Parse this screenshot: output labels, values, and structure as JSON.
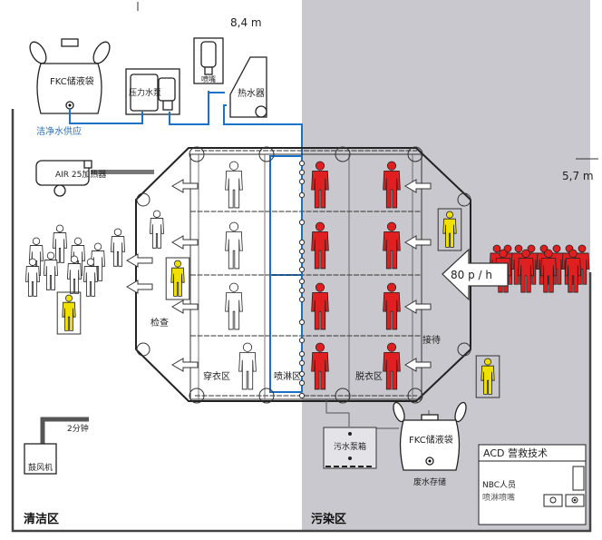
{
  "dimensions": {
    "width": "8,4 m",
    "depth": "5,7 m"
  },
  "zones": {
    "clean": "清洁区",
    "contaminated": "污染区"
  },
  "colors": {
    "contaminated_bg": "#c8c8ce",
    "pipe": "#1a73c8",
    "contaminated_person": "#e02020",
    "staff_person": "#f0e000"
  },
  "equipment": {
    "fkc_clean_label": "FKC储液袋",
    "clean_water_supply": "洁净水供应",
    "pump_label": "压力水泵",
    "nozzle_label": "喷嘴",
    "water_heater_label": "热水器",
    "air_heater_label": "AIR 25加热器",
    "blower_label": "鼓风机",
    "blower_time": "2分钟",
    "waste_pump_label": "污水泵箱",
    "fkc_waste_label": "FKC储液袋",
    "waste_storage_label": "废水存储"
  },
  "tent_areas": {
    "dressing": "穿衣区",
    "shower": "喷淋区",
    "undressing": "脱衣区",
    "inspection": "检查",
    "reception": "接待"
  },
  "throughput": "80 p / h",
  "legend": {
    "title": "ACD 营救技术",
    "logo_text": "ACD",
    "item_person": "NBC人员",
    "item_nozzle": "喷淋喷嘴"
  }
}
